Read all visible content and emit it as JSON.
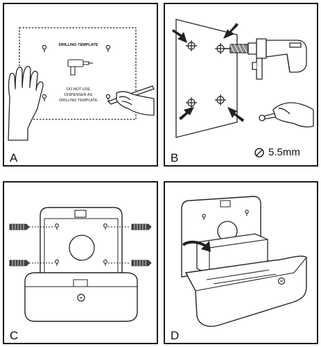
{
  "panels": {
    "a": {
      "label": "A",
      "template_title": "DRILLING TEMPLATE",
      "template_note_line1": "DO NOT USE",
      "template_note_line2": "DISPENSER AS",
      "template_note_line3": "DRILLING TEMPLATE"
    },
    "b": {
      "label": "B",
      "drill_size": "5.5mm"
    },
    "c": {
      "label": "C"
    },
    "d": {
      "label": "D"
    }
  },
  "colors": {
    "line": "#1a1a1a",
    "fill": "#ffffff",
    "arrow": "#222222"
  }
}
